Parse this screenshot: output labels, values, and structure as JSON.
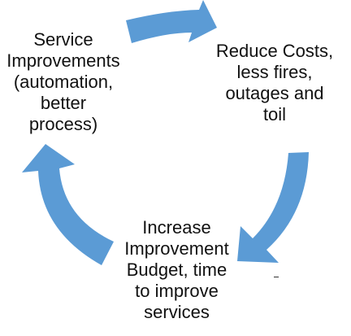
{
  "diagram": {
    "nodes": [
      {
        "id": "service-improvements",
        "lines": [
          "Service",
          "Improvements",
          "(automation,",
          "better",
          "process)"
        ]
      },
      {
        "id": "reduce-costs",
        "lines": [
          "Reduce Costs,",
          "less fires,",
          "outages and",
          "toil"
        ]
      },
      {
        "id": "increase-budget",
        "lines": [
          "Increase",
          "Improvement",
          "Budget, time",
          "to improve",
          "services"
        ]
      }
    ],
    "edges": [
      {
        "from": "service-improvements",
        "to": "reduce-costs"
      },
      {
        "from": "reduce-costs",
        "to": "increase-budget"
      },
      {
        "from": "increase-budget",
        "to": "service-improvements"
      }
    ],
    "colors": {
      "arrow": "#5b9bd5",
      "text": "#111111"
    }
  }
}
